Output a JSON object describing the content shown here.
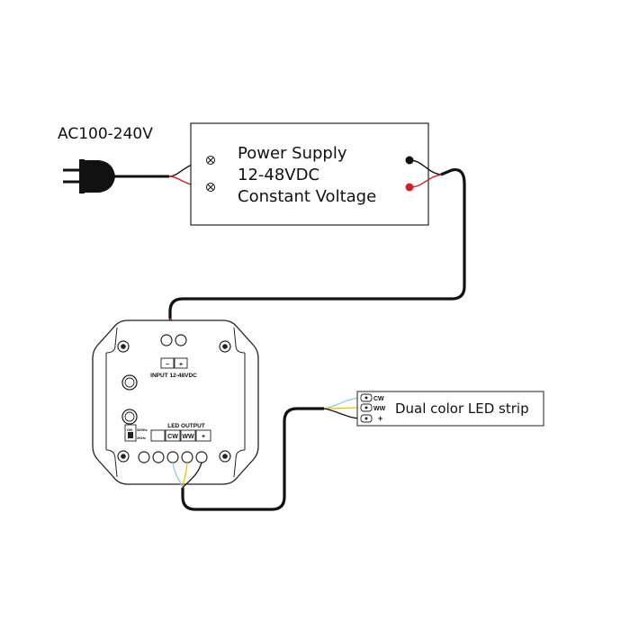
{
  "ac_label": "AC100-240V",
  "power_supply": {
    "line1": "Power Supply",
    "line2": "12-48VDC",
    "line3": "Constant Voltage"
  },
  "controller": {
    "input_minus": "−",
    "input_plus": "+",
    "input_label": "INPUT 12-48VDC",
    "output_label": "LED OUTPUT",
    "out_cw": "CW",
    "out_ww": "WW",
    "out_plus": "+",
    "switch_on": "ON",
    "switch_opt1": "300Hz",
    "switch_opt2": "2KHz"
  },
  "led_strip": {
    "label": "Dual color LED strip",
    "pin_cw": "CW",
    "pin_ww": "WW",
    "pin_plus": "+"
  },
  "colors": {
    "wire_black": "#1a1a1a",
    "wire_red": "#d2202a",
    "wire_blue": "#8ccbe8",
    "wire_yellow": "#f2c200",
    "outline": "#222222"
  }
}
